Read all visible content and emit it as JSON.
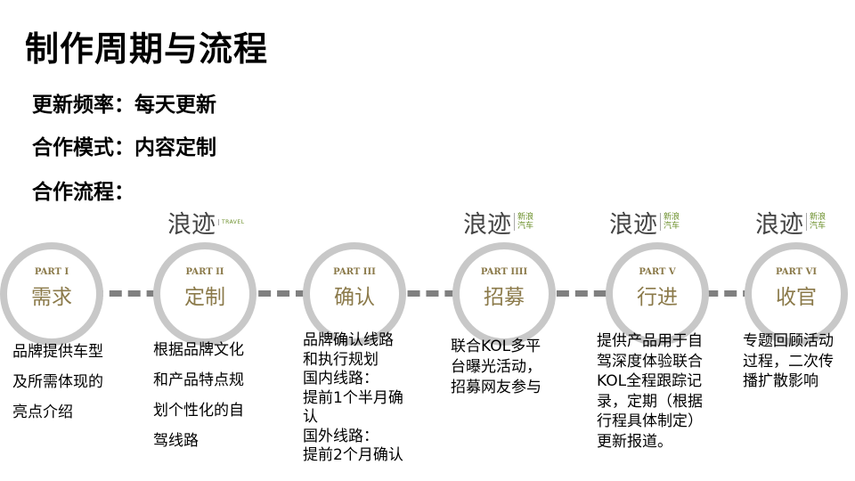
{
  "title": "制作周期与流程",
  "info": [
    "更新频率：每天更新",
    "合作模式：内容定制",
    "合作流程："
  ],
  "logo": {
    "main": "浪迹",
    "sub_a": "新浪",
    "sub_b": "汽车",
    "sub_travel": "TRAVEL"
  },
  "steps": [
    {
      "part": "PART I",
      "name": "需求",
      "desc": "品牌提供车型\n及所需体现的\n亮点介绍"
    },
    {
      "part": "PART II",
      "name": "定制",
      "desc": "根据品牌文化\n和产品特点规\n划个性化的自\n驾线路"
    },
    {
      "part": "PART III",
      "name": "确认",
      "desc": "品牌确认线路\n和执行规划\n国内线路：\n提前1个半月确\n认\n国外线路：\n提前2个月确认"
    },
    {
      "part": "PART IIII",
      "name": "招募",
      "desc": "联合KOL多平\n台曝光活动，\n招募网友参与"
    },
    {
      "part": "PART V",
      "name": "行进",
      "desc": "提供产品用于自\n驾深度体验联合\nKOL全程跟踪记\n录，定期（根据\n行程具体制定）\n更新报道。"
    },
    {
      "part": "PART VI",
      "name": "收官",
      "desc": "专题回顾活动\n过程，二次传\n播扩散影响"
    }
  ]
}
